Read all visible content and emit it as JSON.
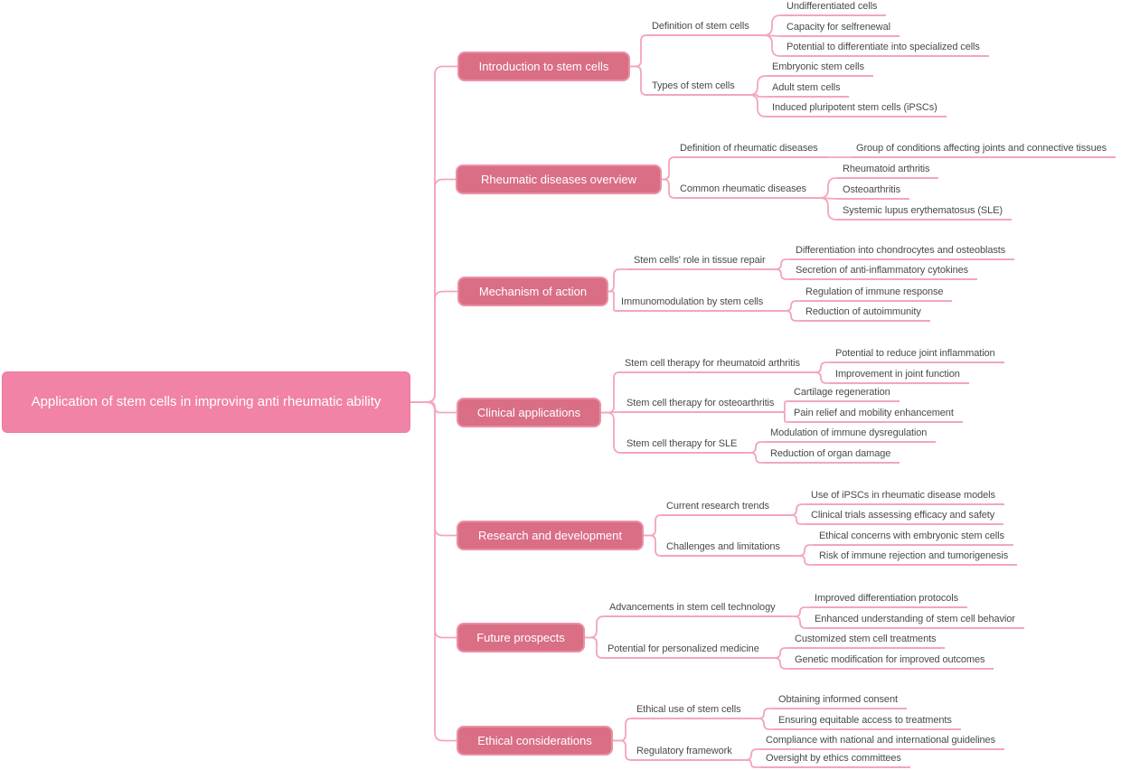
{
  "title": "Application of stem cells in improving anti rheumatic ability",
  "colors": {
    "root_fill": "#f183a6",
    "branch_fill": "#d96e85",
    "connector_line": "#f3a6ba",
    "label_text": "#4a4a4a"
  },
  "branches": [
    {
      "label": "Introduction to stem cells",
      "children": [
        {
          "label": "Definition of stem cells",
          "leaves": [
            "Undifferentiated cells",
            "Capacity for selfrenewal",
            "Potential to differentiate into specialized cells"
          ]
        },
        {
          "label": "Types of stem cells",
          "leaves": [
            "Embryonic stem cells",
            "Adult stem cells",
            "Induced pluripotent stem cells (iPSCs)"
          ]
        }
      ]
    },
    {
      "label": "Rheumatic diseases overview",
      "children": [
        {
          "label": "Definition of rheumatic diseases",
          "leaves": [
            "Group of conditions affecting joints and connective tissues"
          ]
        },
        {
          "label": "Common rheumatic diseases",
          "leaves": [
            "Rheumatoid arthritis",
            "Osteoarthritis",
            "Systemic lupus erythematosus (SLE)"
          ]
        }
      ]
    },
    {
      "label": "Mechanism of action",
      "children": [
        {
          "label": "Stem cells' role in tissue repair",
          "leaves": [
            "Differentiation into chondrocytes and osteoblasts",
            "Secretion of anti-inflammatory cytokines"
          ]
        },
        {
          "label": "Immunomodulation by stem cells",
          "leaves": [
            "Regulation of immune response",
            "Reduction of autoimmunity"
          ]
        }
      ]
    },
    {
      "label": "Clinical applications",
      "children": [
        {
          "label": "Stem cell therapy for rheumatoid arthritis",
          "leaves": [
            "Potential to reduce joint inflammation",
            "Improvement in joint function"
          ]
        },
        {
          "label": "Stem cell therapy for osteoarthritis",
          "leaves": [
            "Cartilage regeneration",
            "Pain relief and mobility enhancement"
          ]
        },
        {
          "label": "Stem cell therapy for SLE",
          "leaves": [
            "Modulation of immune dysregulation",
            "Reduction of organ damage"
          ]
        }
      ]
    },
    {
      "label": "Research and development",
      "children": [
        {
          "label": "Current research trends",
          "leaves": [
            "Use of iPSCs in rheumatic disease models",
            "Clinical trials assessing efficacy and safety"
          ]
        },
        {
          "label": "Challenges and limitations",
          "leaves": [
            "Ethical concerns with embryonic stem cells",
            "Risk of immune rejection and tumorigenesis"
          ]
        }
      ]
    },
    {
      "label": "Future prospects",
      "children": [
        {
          "label": "Advancements in stem cell technology",
          "leaves": [
            "Improved differentiation protocols",
            "Enhanced understanding of stem cell behavior"
          ]
        },
        {
          "label": "Potential for personalized medicine",
          "leaves": [
            "Customized stem cell treatments",
            "Genetic modification for improved outcomes"
          ]
        }
      ]
    },
    {
      "label": "Ethical considerations",
      "children": [
        {
          "label": "Ethical use of stem cells",
          "leaves": [
            "Obtaining informed consent",
            "Ensuring equitable access to treatments"
          ]
        },
        {
          "label": "Regulatory framework",
          "leaves": [
            "Compliance with national and international guidelines",
            "Oversight by ethics committees"
          ]
        }
      ]
    }
  ]
}
